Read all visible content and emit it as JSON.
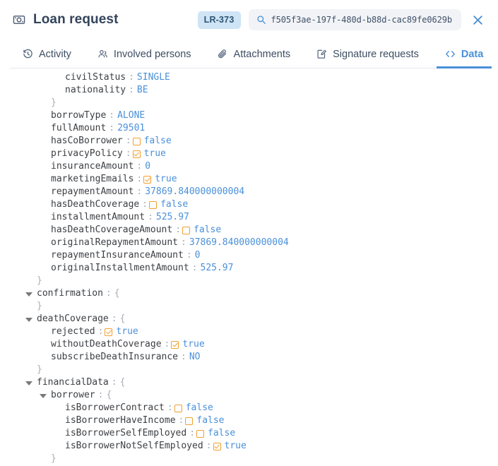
{
  "header": {
    "title": "Loan request",
    "doc_icon": "banknote-icon",
    "ref_badge": "LR-373",
    "search_icon": "search-icon",
    "search_value": "f505f3ae-197f-480d-b88d-cac89fe0629b",
    "close_icon": "close-icon"
  },
  "tabs": [
    {
      "label": "Activity",
      "icon": "history-icon",
      "active": false
    },
    {
      "label": "Involved persons",
      "icon": "people-icon",
      "active": false
    },
    {
      "label": "Attachments",
      "icon": "paperclip-icon",
      "active": false
    },
    {
      "label": "Signature requests",
      "icon": "signature-icon",
      "active": false
    },
    {
      "label": "Data",
      "icon": "code-brackets-icon",
      "active": true
    }
  ],
  "colors": {
    "accent": "#4a90d9",
    "badge_bg": "#cfe4f5",
    "badge_text": "#2c5575",
    "key_text": "#3c3f43",
    "value_text": "#4a90d9",
    "checkbox": "#f0a030",
    "punctuation": "#a9aeb6"
  },
  "json_tree": [
    {
      "indent": 3,
      "tri": "none",
      "key": "civilStatus",
      "sep": " : ",
      "value": "SINGLE"
    },
    {
      "indent": 3,
      "tri": "none",
      "key": "nationality",
      "sep": " : ",
      "value": "BE"
    },
    {
      "indent": 2,
      "tri": "none",
      "brace": "}"
    },
    {
      "indent": 2,
      "tri": "none",
      "key": "borrowType",
      "sep": " : ",
      "value": "ALONE"
    },
    {
      "indent": 2,
      "tri": "none",
      "key": "fullAmount",
      "sep": " : ",
      "value": "29501"
    },
    {
      "indent": 2,
      "tri": "none",
      "key": "hasCoBorrower",
      "sep": " :",
      "value": "false",
      "checkbox": false
    },
    {
      "indent": 2,
      "tri": "none",
      "key": "privacyPolicy",
      "sep": " :",
      "value": "true",
      "checkbox": true
    },
    {
      "indent": 2,
      "tri": "none",
      "key": "insuranceAmount",
      "sep": " : ",
      "value": "0"
    },
    {
      "indent": 2,
      "tri": "none",
      "key": "marketingEmails",
      "sep": " :",
      "value": "true",
      "checkbox": true
    },
    {
      "indent": 2,
      "tri": "none",
      "key": "repaymentAmount",
      "sep": " : ",
      "value": "37869.840000000004"
    },
    {
      "indent": 2,
      "tri": "none",
      "key": "hasDeathCoverage",
      "sep": " :",
      "value": "false",
      "checkbox": false
    },
    {
      "indent": 2,
      "tri": "none",
      "key": "installmentAmount",
      "sep": " : ",
      "value": "525.97"
    },
    {
      "indent": 2,
      "tri": "none",
      "key": "hasDeathCoverageAmount",
      "sep": " :",
      "value": "false",
      "checkbox": false
    },
    {
      "indent": 2,
      "tri": "none",
      "key": "originalRepaymentAmount",
      "sep": " : ",
      "value": "37869.840000000004"
    },
    {
      "indent": 2,
      "tri": "none",
      "key": "repaymentInsuranceAmount",
      "sep": " : ",
      "value": "0"
    },
    {
      "indent": 2,
      "tri": "none",
      "key": "originalInstallmentAmount",
      "sep": " : ",
      "value": "525.97"
    },
    {
      "indent": 1,
      "tri": "none",
      "brace": "}"
    },
    {
      "indent": 1,
      "tri": "open",
      "key": "confirmation",
      "sep": " : ",
      "brace": "{"
    },
    {
      "indent": 1,
      "tri": "none",
      "brace": "}"
    },
    {
      "indent": 1,
      "tri": "open",
      "key": "deathCoverage",
      "sep": " : ",
      "brace": "{"
    },
    {
      "indent": 2,
      "tri": "none",
      "key": "rejected",
      "sep": " :",
      "value": "true",
      "checkbox": true
    },
    {
      "indent": 2,
      "tri": "none",
      "key": "withoutDeathCoverage",
      "sep": " :",
      "value": "true",
      "checkbox": true
    },
    {
      "indent": 2,
      "tri": "none",
      "key": "subscribeDeathInsurance",
      "sep": " : ",
      "value": "NO"
    },
    {
      "indent": 1,
      "tri": "none",
      "brace": "}"
    },
    {
      "indent": 1,
      "tri": "open",
      "key": "financialData",
      "sep": " : ",
      "brace": "{"
    },
    {
      "indent": 2,
      "tri": "open",
      "key": "borrower",
      "sep": " : ",
      "brace": "{"
    },
    {
      "indent": 3,
      "tri": "none",
      "key": "isBorrowerContract",
      "sep": " :",
      "value": "false",
      "checkbox": false
    },
    {
      "indent": 3,
      "tri": "none",
      "key": "isBorrowerHaveIncome",
      "sep": " :",
      "value": "false",
      "checkbox": false
    },
    {
      "indent": 3,
      "tri": "none",
      "key": "isBorrowerSelfEmployed",
      "sep": " :",
      "value": "false",
      "checkbox": false
    },
    {
      "indent": 3,
      "tri": "none",
      "key": "isBorrowerNotSelfEmployed",
      "sep": " :",
      "value": "true",
      "checkbox": true
    },
    {
      "indent": 2,
      "tri": "none",
      "brace": "}"
    }
  ]
}
